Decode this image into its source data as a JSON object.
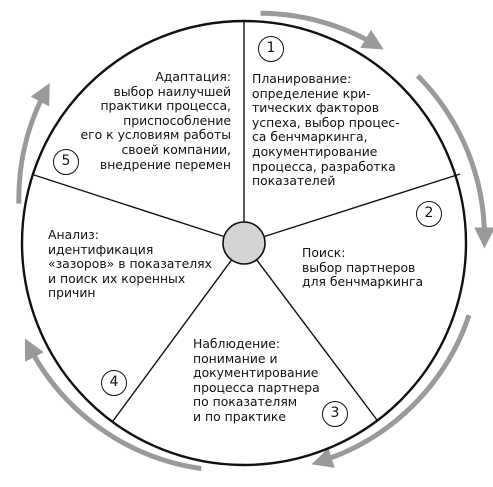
{
  "diagram": {
    "segments": [
      {
        "number": "1",
        "text": "Планирование:\nопределение кри-\nтических факторов\nуспеха, выбор процес-\nса бенчмаркинга,\nдокументирование\nпроцесса, разработка\nпоказателей"
      },
      {
        "number": "2",
        "text": "Поиск:\nвыбор партнеров\nдля бенчмаркинга"
      },
      {
        "number": "3",
        "text": "Наблюдение:\nпонимание и\nдокументирование\nпроцесса партнера\nпо показателям\nи по практике"
      },
      {
        "number": "4",
        "text": "Анализ:\nидентификация\n«зазоров» в показателях\nи поиск их коренных\nпричин"
      },
      {
        "number": "5",
        "text": "Адаптация:\nвыбор наилучшей\nпрактики процесса,\nприспособление\nего к условиям работы\nсвоей компании,\nвнедрение перемен"
      }
    ],
    "colors": {
      "line": "#111111",
      "arrow": "#9a9a9a",
      "hub_fill": "#d4d4d4",
      "background": "#ffffff"
    }
  }
}
